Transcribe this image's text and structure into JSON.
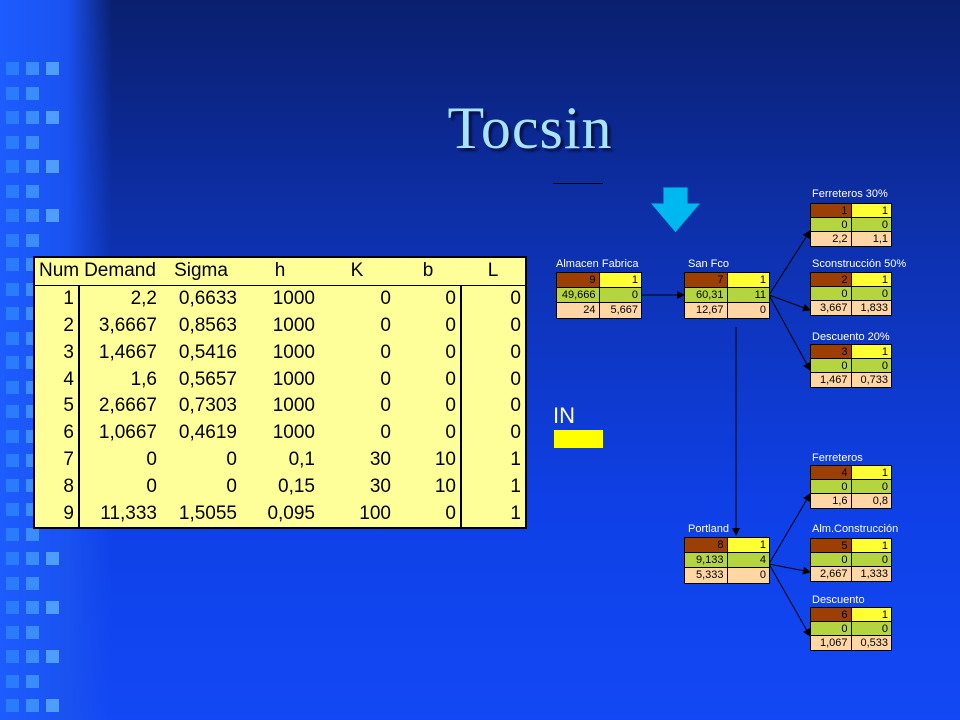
{
  "title": "Tocsin",
  "table": {
    "headers": [
      "Num",
      "Demand",
      "Sigma",
      "h",
      "K",
      "b",
      "L"
    ],
    "rows": [
      [
        "1",
        "2,2",
        "0,6633",
        "1000",
        "0",
        "0",
        "0"
      ],
      [
        "2",
        "3,6667",
        "0,8563",
        "1000",
        "0",
        "0",
        "0"
      ],
      [
        "3",
        "1,4667",
        "0,5416",
        "1000",
        "0",
        "0",
        "0"
      ],
      [
        "4",
        "1,6",
        "0,5657",
        "1000",
        "0",
        "0",
        "0"
      ],
      [
        "5",
        "2,6667",
        "0,7303",
        "1000",
        "0",
        "0",
        "0"
      ],
      [
        "6",
        "1,0667",
        "0,4619",
        "1000",
        "0",
        "0",
        "0"
      ],
      [
        "7",
        "0",
        "0",
        "0,1",
        "30",
        "10",
        "1"
      ],
      [
        "8",
        "0",
        "0",
        "0,15",
        "30",
        "10",
        "1"
      ],
      [
        "9",
        "11,333",
        "1,5055",
        "0,095",
        "100",
        "0",
        "1"
      ]
    ]
  },
  "legend": {
    "in_label": "IN",
    "in_color": "#ffff00"
  },
  "colors": {
    "node_id": "#9c3f05",
    "node_flag": "#ffff33",
    "node_mid": "#b5d540",
    "node_low": "#ffd6a4",
    "arrow": "#00b8f0"
  },
  "nodes": {
    "almacen": {
      "label": "Almacen Fabrica",
      "r1": [
        "9",
        "1"
      ],
      "r2": [
        "49,666",
        "0"
      ],
      "r3": [
        "24",
        "5,667"
      ]
    },
    "sanfco": {
      "label": "San Fco",
      "r1": [
        "7",
        "1"
      ],
      "r2": [
        "60,31",
        "11"
      ],
      "r3": [
        "12,67",
        "0"
      ]
    },
    "portland": {
      "label": "Portland",
      "r1": [
        "8",
        "1"
      ],
      "r2": [
        "9,133",
        "4"
      ],
      "r3": [
        "5,333",
        "0"
      ]
    },
    "ferr30": {
      "label": "Ferreteros 30%",
      "r1": [
        "1",
        "1"
      ],
      "r2": [
        "0",
        "0"
      ],
      "r3": [
        "2,2",
        "1,1"
      ]
    },
    "scons50": {
      "label": "Sconstrucción 50%",
      "r1": [
        "2",
        "1"
      ],
      "r2": [
        "0",
        "0"
      ],
      "r3": [
        "3,667",
        "1,833"
      ]
    },
    "desc20": {
      "label": "Descuento 20%",
      "r1": [
        "3",
        "1"
      ],
      "r2": [
        "0",
        "0"
      ],
      "r3": [
        "1,467",
        "0,733"
      ]
    },
    "ferr": {
      "label": "Ferreteros",
      "r1": [
        "4",
        "1"
      ],
      "r2": [
        "0",
        "0"
      ],
      "r3": [
        "1,6",
        "0,8"
      ]
    },
    "almcons": {
      "label": "Alm.Construcción",
      "r1": [
        "5",
        "1"
      ],
      "r2": [
        "0",
        "0"
      ],
      "r3": [
        "2,667",
        "1,333"
      ]
    },
    "desc": {
      "label": "Descuento",
      "r1": [
        "6",
        "1"
      ],
      "r2": [
        "0",
        "0"
      ],
      "r3": [
        "1,067",
        "0,533"
      ]
    }
  }
}
